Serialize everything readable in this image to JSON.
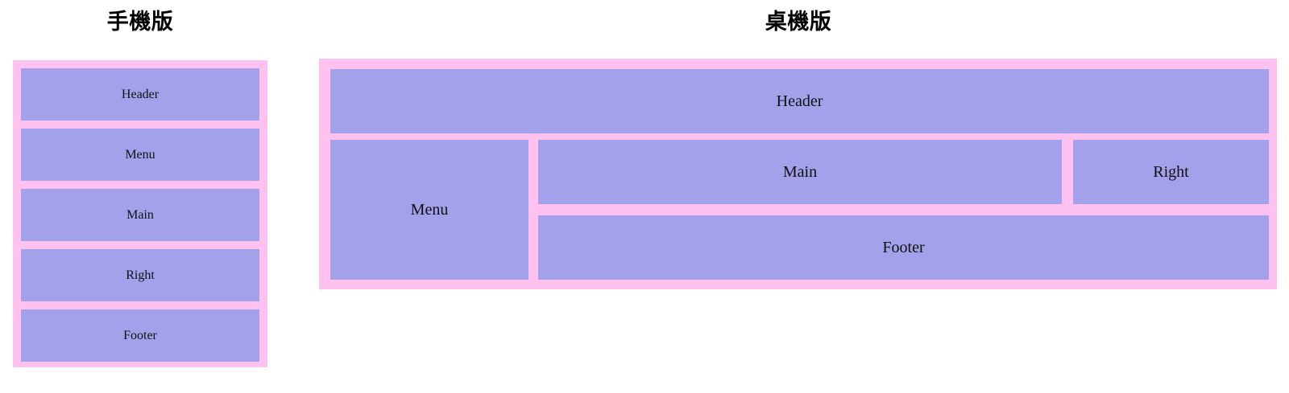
{
  "page": {
    "background_color": "#ffffff",
    "block_color": "#a3a1ea",
    "frame_color": "#ffc2f0",
    "text_color": "#111111"
  },
  "mobile": {
    "title": "手機版",
    "blocks": [
      {
        "label": "Header"
      },
      {
        "label": "Menu"
      },
      {
        "label": "Main"
      },
      {
        "label": "Right"
      },
      {
        "label": "Footer"
      }
    ]
  },
  "desktop": {
    "title": "桌機版",
    "blocks": {
      "header": {
        "label": "Header"
      },
      "menu": {
        "label": "Menu"
      },
      "main": {
        "label": "Main"
      },
      "right": {
        "label": "Right"
      },
      "footer": {
        "label": "Footer"
      }
    }
  }
}
